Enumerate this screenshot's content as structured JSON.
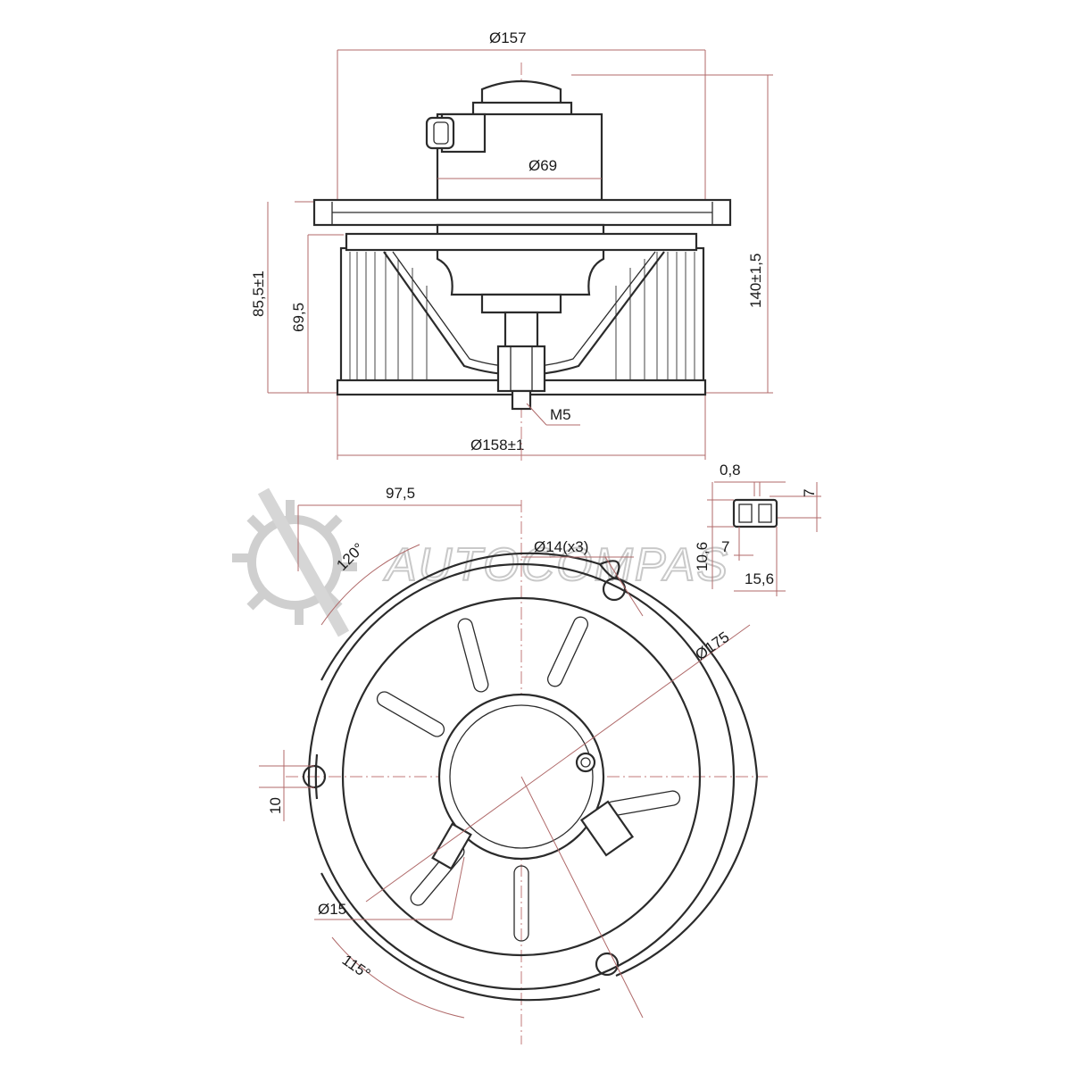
{
  "watermark": {
    "brand": "AUTOCOMPAS"
  },
  "colors": {
    "outline": "#2b2b2b",
    "dimension_line": "#b06a6a",
    "watermark": "#c9c9c9"
  },
  "side_view": {
    "dim_top_diameter": "Ø157",
    "dim_motor_diameter": "Ø69",
    "dim_height_left": "85,5±1",
    "dim_inner_height": "69,5",
    "dim_total_height": "140±1,5",
    "dim_bottom_diameter": "Ø158±1",
    "dim_thread": "M5"
  },
  "connector_view": {
    "dim_pin_thickness": "0,8",
    "dim_pin_width": "7",
    "dim_height": "10,6",
    "dim_inner": "7",
    "dim_length": "15,6"
  },
  "top_view": {
    "dim_offset": "97,5",
    "dim_angle_top": "120°",
    "dim_holes": "Ø14(x3)",
    "dim_flange_diameter": "Ø175",
    "dim_notch": "10",
    "dim_inlet": "Ø15",
    "dim_angle_bottom": "115°"
  }
}
